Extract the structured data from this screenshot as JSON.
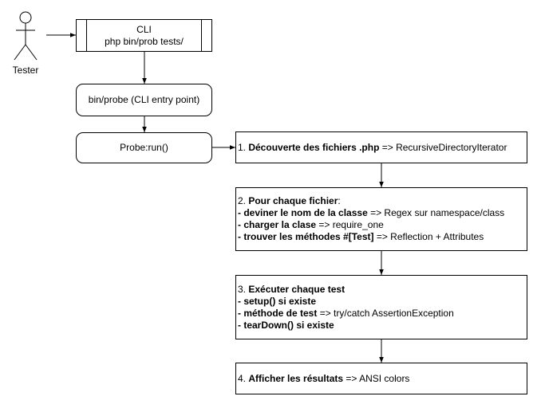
{
  "actor": {
    "label": "Tester"
  },
  "cli": {
    "line1": "CLI",
    "line2": "php bin/prob tests/"
  },
  "entry": {
    "label": "bin/probe (CLI entry point)"
  },
  "run": {
    "label": "Probe:run()"
  },
  "steps": [
    {
      "lines": [
        [
          {
            "t": "1. ",
            "b": false
          },
          {
            "t": "Découverte des fichiers .php",
            "b": true
          },
          {
            "t": " => RecursiveDirectoryIterator",
            "b": false
          }
        ]
      ]
    },
    {
      "lines": [
        [
          {
            "t": "2. ",
            "b": false
          },
          {
            "t": "Pour chaque fichier",
            "b": true
          },
          {
            "t": ":",
            "b": false
          }
        ],
        [
          {
            "t": "- deviner le nom de la classe",
            "b": true
          },
          {
            "t": " => Regex sur namespace/class",
            "b": false
          }
        ],
        [
          {
            "t": "- charger la clase",
            "b": true
          },
          {
            "t": " => require_one",
            "b": false
          }
        ],
        [
          {
            "t": "- trouver les méthodes #[Test]",
            "b": true
          },
          {
            "t": " => Reflection + Attributes",
            "b": false
          }
        ]
      ]
    },
    {
      "lines": [
        [
          {
            "t": "3. ",
            "b": false
          },
          {
            "t": "Exécuter chaque test",
            "b": true
          }
        ],
        [
          {
            "t": "- setup() si existe",
            "b": true
          }
        ],
        [
          {
            "t": "- méthode de test",
            "b": true
          },
          {
            "t": " => try/catch AssertionException",
            "b": false
          }
        ],
        [
          {
            "t": "- tearDown() si existe",
            "b": true
          }
        ]
      ]
    },
    {
      "lines": [
        [
          {
            "t": "4. ",
            "b": false
          },
          {
            "t": "Afficher les résultats",
            "b": true
          },
          {
            "t": " => ANSI colors",
            "b": false
          }
        ]
      ]
    }
  ]
}
